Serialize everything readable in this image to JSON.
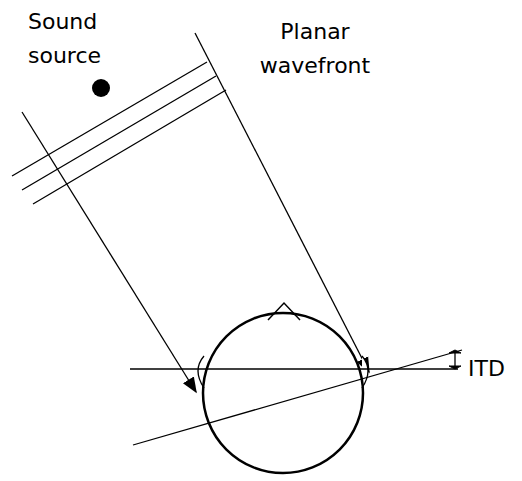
{
  "diagram": {
    "labels": [
      "Sound source",
      "Planar wavefront",
      "ITD"
    ]
  }
}
